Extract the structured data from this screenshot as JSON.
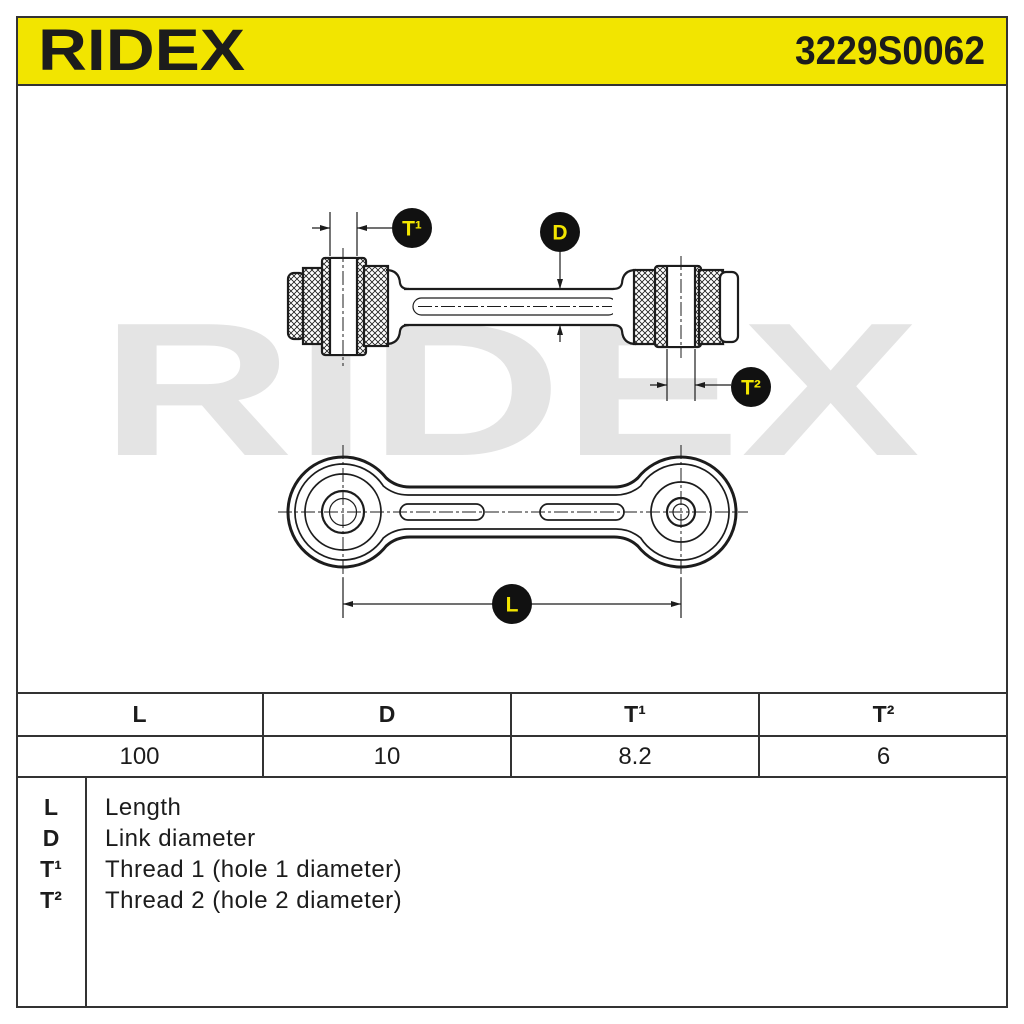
{
  "header": {
    "brand_logo": "RIDEX",
    "part_number": "3229S0062"
  },
  "watermark": "RIDEX",
  "colors": {
    "brand_yellow": "#f2e500",
    "ink": "#1c1c1c",
    "watermark_gray": "#e4e4e4",
    "badge_fill": "#111111"
  },
  "drawing": {
    "labels": {
      "t1": "T¹",
      "d": "D",
      "t2": "T²",
      "l": "L"
    }
  },
  "dimensions_table": {
    "headers": [
      "L",
      "D",
      "T¹",
      "T²"
    ],
    "values": [
      "100",
      "10",
      "8.2",
      "6"
    ]
  },
  "legend": [
    {
      "key": "L",
      "description": "Length"
    },
    {
      "key": "D",
      "description": "Link diameter"
    },
    {
      "key": "T¹",
      "description": "Thread 1 (hole 1 diameter)"
    },
    {
      "key": "T²",
      "description": "Thread 2 (hole 2 diameter)"
    }
  ]
}
